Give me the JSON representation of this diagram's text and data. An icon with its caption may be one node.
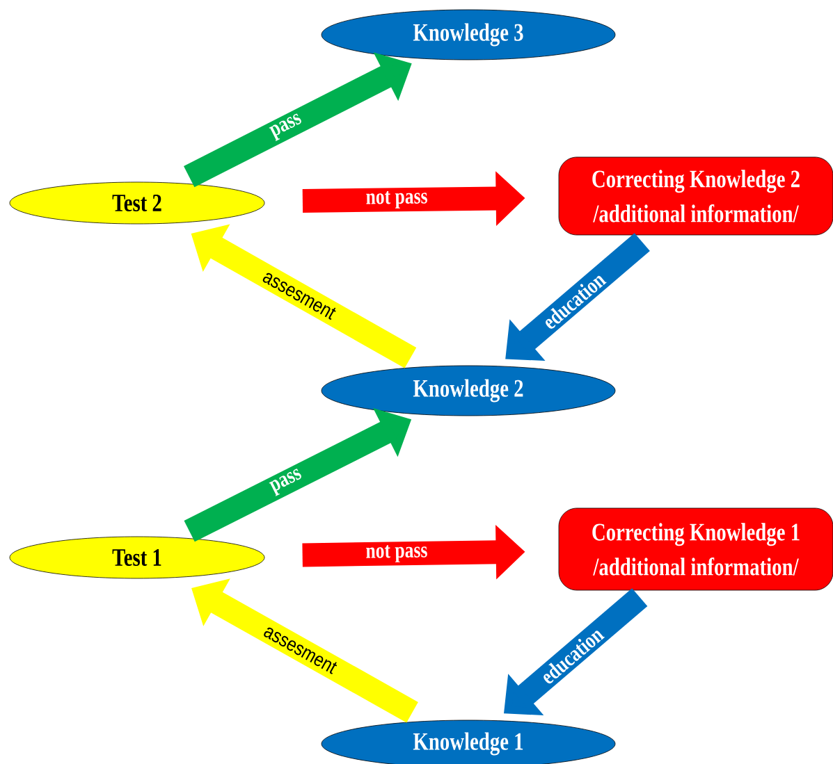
{
  "diagram": {
    "nodes": [
      {
        "text": [
          "Knowledge 3"
        ]
      },
      {
        "text": [
          "Test 2"
        ]
      },
      {
        "text": [
          "Correcting Knowledge 2",
          "/additional information/"
        ]
      },
      {
        "text": [
          "Knowledge 2"
        ]
      },
      {
        "text": [
          "Test 1"
        ]
      },
      {
        "text": [
          "Correcting Knowledge 1",
          "/additional information/"
        ]
      },
      {
        "text": [
          "Knowledge 1"
        ]
      }
    ],
    "edges": [
      {
        "from": 1,
        "to": 0,
        "arrow": "to",
        "label": "pass",
        "color": "#00b050"
      },
      {
        "from": 1,
        "to": 2,
        "arrow": "to",
        "label": "not pass",
        "color": "#ff0000"
      },
      {
        "from": 2,
        "to": 3,
        "arrow": "to",
        "label": "education",
        "color": "#0070c0"
      },
      {
        "from": 3,
        "to": 1,
        "arrow": "to",
        "label": "assesment",
        "color": "#ffff00"
      },
      {
        "from": 4,
        "to": 3,
        "arrow": "to",
        "label": "pass",
        "color": "#00b050"
      },
      {
        "from": 4,
        "to": 5,
        "arrow": "to",
        "label": "not pass",
        "color": "#ff0000"
      },
      {
        "from": 5,
        "to": 6,
        "arrow": "to",
        "label": "education",
        "color": "#0070c0"
      },
      {
        "from": 6,
        "to": 4,
        "arrow": "to",
        "label": "assesment",
        "color": "#ffff00"
      }
    ]
  }
}
